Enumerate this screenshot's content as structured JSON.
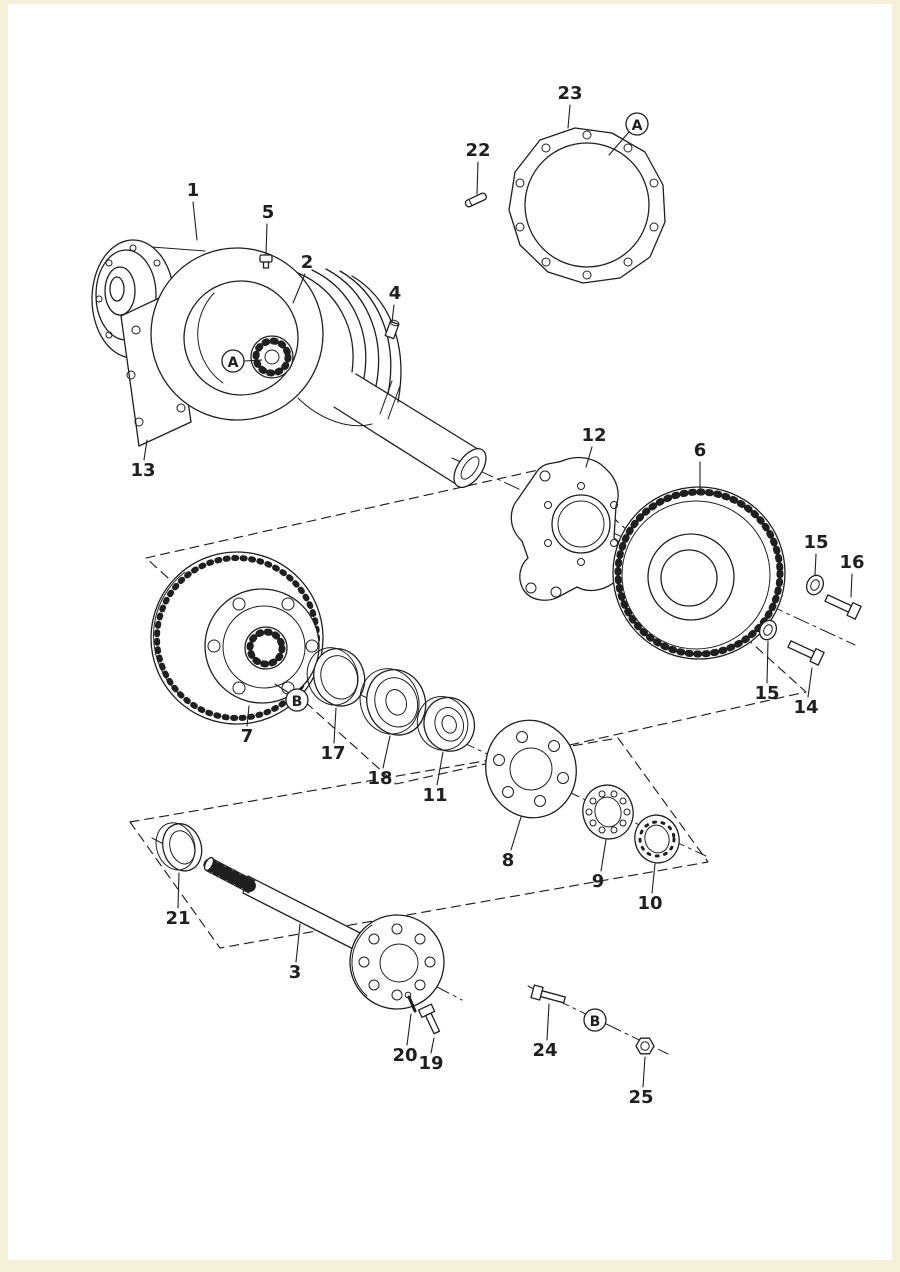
{
  "colors": {
    "line": "#1f1f1f",
    "paper": "#ffffff",
    "page_edge": "#f6f0d8"
  },
  "labels": {
    "p1": "1",
    "p2": "2",
    "p3": "3",
    "p4": "4",
    "p5": "5",
    "p6": "6",
    "p7": "7",
    "p8": "8",
    "p9": "9",
    "p10": "10",
    "p11": "11",
    "p12": "12",
    "p13": "13",
    "p14": "14",
    "p15a": "15",
    "p15b": "15",
    "p16": "16",
    "p17": "17",
    "p18": "18",
    "p19": "19",
    "p20": "20",
    "p21": "21",
    "p22": "22",
    "p23": "23",
    "p24": "24",
    "p25": "25",
    "refA1": "A",
    "refA2": "A",
    "refB1": "B",
    "refB2": "B"
  }
}
